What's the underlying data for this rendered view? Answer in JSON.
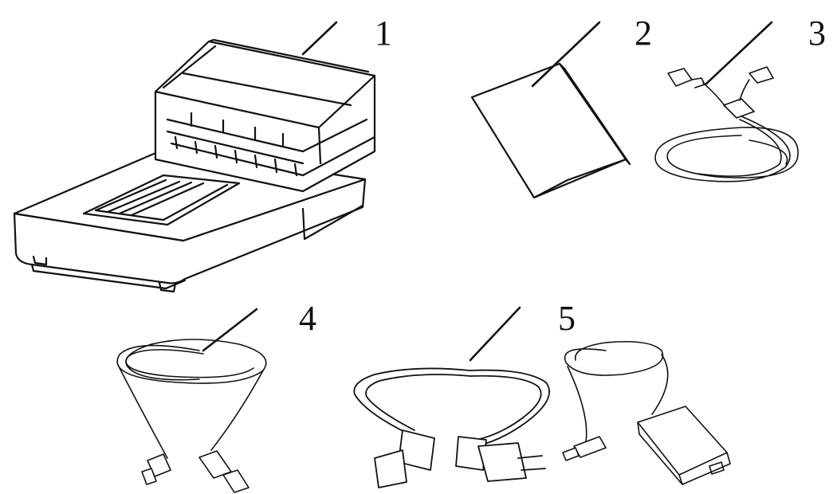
{
  "callouts": [
    {
      "number": "1",
      "item": "scanner"
    },
    {
      "number": "2",
      "item": "quick-guide"
    },
    {
      "number": "3",
      "item": "lan-cable"
    },
    {
      "number": "4",
      "item": "usb-cable"
    },
    {
      "number": "5",
      "item": "power-cord-and-adapter"
    }
  ],
  "colors": {
    "line": "#111111",
    "background": "#ffffff"
  }
}
